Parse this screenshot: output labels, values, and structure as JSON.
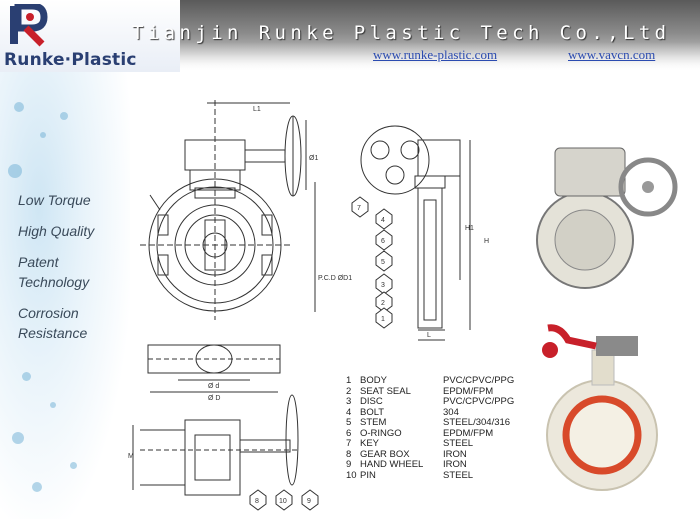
{
  "header": {
    "logo_text": "Runke·Plastic",
    "company": "Tianjin Runke Plastic Tech Co.,Ltd",
    "url_primary": "www.runke-plastic.com",
    "url_secondary": "www.vavcn.com"
  },
  "features": [
    "Low Torque",
    "High Quality",
    "Patent",
    "Technology",
    "Corrosion",
    "Resistance"
  ],
  "drawing_labels": {
    "l1": "L1",
    "d1": "Ø1",
    "pcd": "P.C.D ØD1",
    "h1": "H1",
    "h": "H",
    "l": "L",
    "d_small": "Ø d",
    "d_big": "Ø D",
    "m": "M",
    "callouts": [
      "7",
      "4",
      "6",
      "5",
      "3",
      "2",
      "1",
      "8",
      "10",
      "9"
    ]
  },
  "parts": [
    {
      "num": "1",
      "name": "BODY",
      "material": "PVC/CPVC/PPG"
    },
    {
      "num": "2",
      "name": "SEAT SEAL",
      "material": "EPDM/FPM"
    },
    {
      "num": "3",
      "name": "DISC",
      "material": "PVC/CPVC/PPG"
    },
    {
      "num": "4",
      "name": "BOLT",
      "material": "304"
    },
    {
      "num": "5",
      "name": "STEM",
      "material": "STEEL/304/316"
    },
    {
      "num": "6",
      "name": "O-RINGO",
      "material": "EPDM/FPM"
    },
    {
      "num": "7",
      "name": "KEY",
      "material": "STEEL"
    },
    {
      "num": "8",
      "name": "GEAR BOX",
      "material": "IRON"
    },
    {
      "num": "9",
      "name": "HAND WHEEL",
      "material": "IRON"
    },
    {
      "num": "10",
      "name": "PIN",
      "material": "STEEL"
    }
  ],
  "colors": {
    "brand_blue": "#2a3f72",
    "link": "#2b4bb0",
    "handle_red": "#c8202a",
    "flange_body": "#ece8dc"
  }
}
